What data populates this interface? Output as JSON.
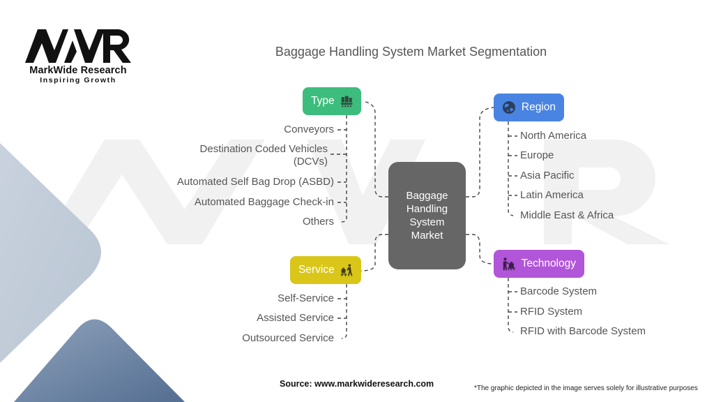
{
  "logo": {
    "mark": "MWR",
    "name": "MarkWide Research",
    "tagline": "Inspiring Growth"
  },
  "title": "Baggage Handling System Market Segmentation",
  "center": {
    "lines": [
      "Baggage",
      "Handling",
      "System",
      "Market"
    ]
  },
  "segments": {
    "type": {
      "label": "Type",
      "icon": "conveyor-luggage-icon",
      "color": "#3dbd7d",
      "items": [
        "Conveyors",
        "Destination Coded Vehicles (DCVs)",
        "Automated Self Bag Drop (ASBD)",
        "Automated Baggage Check-in",
        "Others"
      ]
    },
    "region": {
      "label": "Region",
      "icon": "globe-icon",
      "color": "#4a84e2",
      "items": [
        "North America",
        "Europe",
        "Asia Pacific",
        "Latin America",
        "Middle East & Africa"
      ]
    },
    "service": {
      "label": "Service",
      "icon": "porter-luggage-cart-icon",
      "color": "#d9c619",
      "items": [
        "Self-Service",
        "Assisted Service",
        "Outsourced Service"
      ]
    },
    "technology": {
      "label": "Technology",
      "icon": "person-scanning-baggage-icon",
      "color": "#b155d9",
      "items": [
        "Barcode System",
        "RFID System",
        "RFID with Barcode System"
      ]
    }
  },
  "dcv_lines": [
    "Destination Coded Vehicles",
    "(DCVs)"
  ],
  "footer": {
    "source": "Source: www.markwideresearch.com",
    "note": "*The graphic depicted in the image serves solely for illustrative purposes"
  },
  "colors": {
    "center": "#666666",
    "text": "#555555",
    "connector": "#444444"
  }
}
